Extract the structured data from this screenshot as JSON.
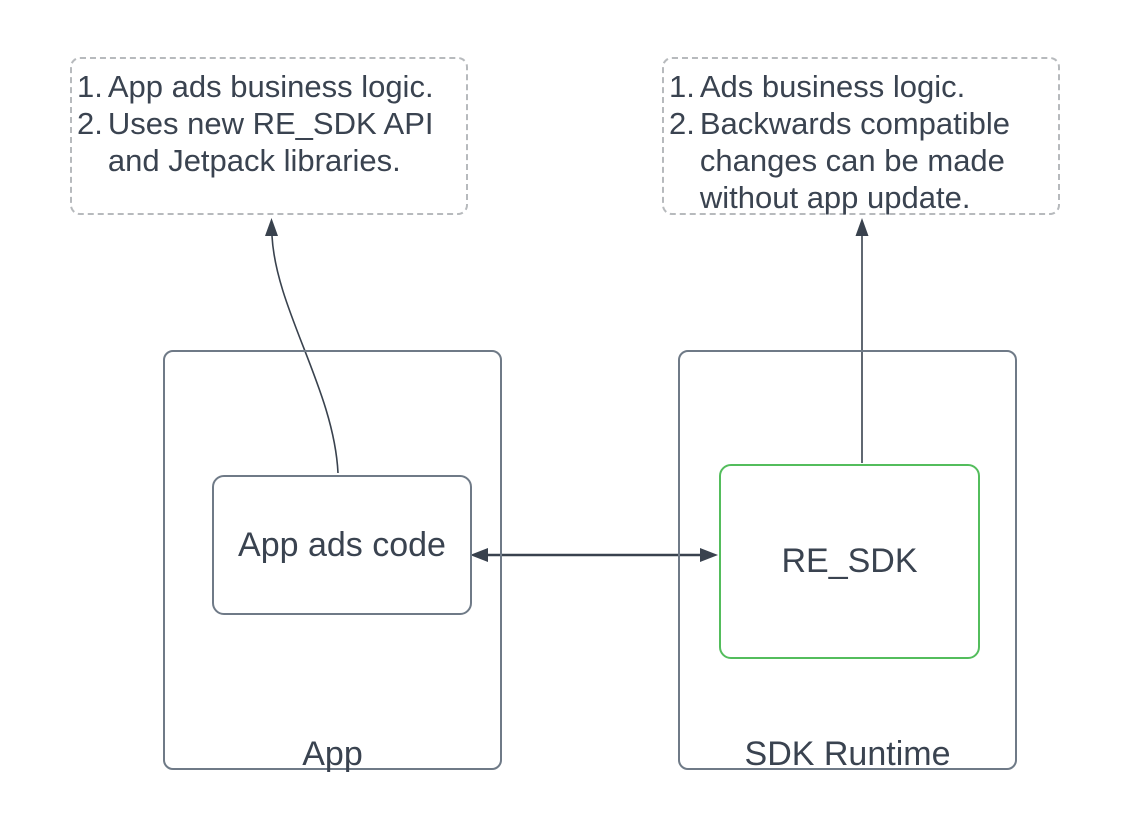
{
  "diagram": {
    "notes": {
      "left": {
        "items": [
          {
            "num": "1.",
            "text": "App ads business logic."
          },
          {
            "num": "2.",
            "text": "Uses new RE_SDK API\nand Jetpack libraries."
          }
        ]
      },
      "right": {
        "items": [
          {
            "num": "1.",
            "text": "Ads business logic."
          },
          {
            "num": "2.",
            "text": "Backwards compatible\nchanges can be made\nwithout app update."
          }
        ]
      }
    },
    "containers": {
      "app": {
        "label": "App",
        "inner": "App ads code"
      },
      "sdk_runtime": {
        "label": "SDK Runtime",
        "inner": "RE_SDK"
      }
    }
  },
  "colors": {
    "text": "#3a4350",
    "arrow": "#39424e",
    "box_border": "#6f7a87",
    "note_border": "#b7babd",
    "accent_green": "#53bd5c",
    "background": "#ffffff"
  }
}
